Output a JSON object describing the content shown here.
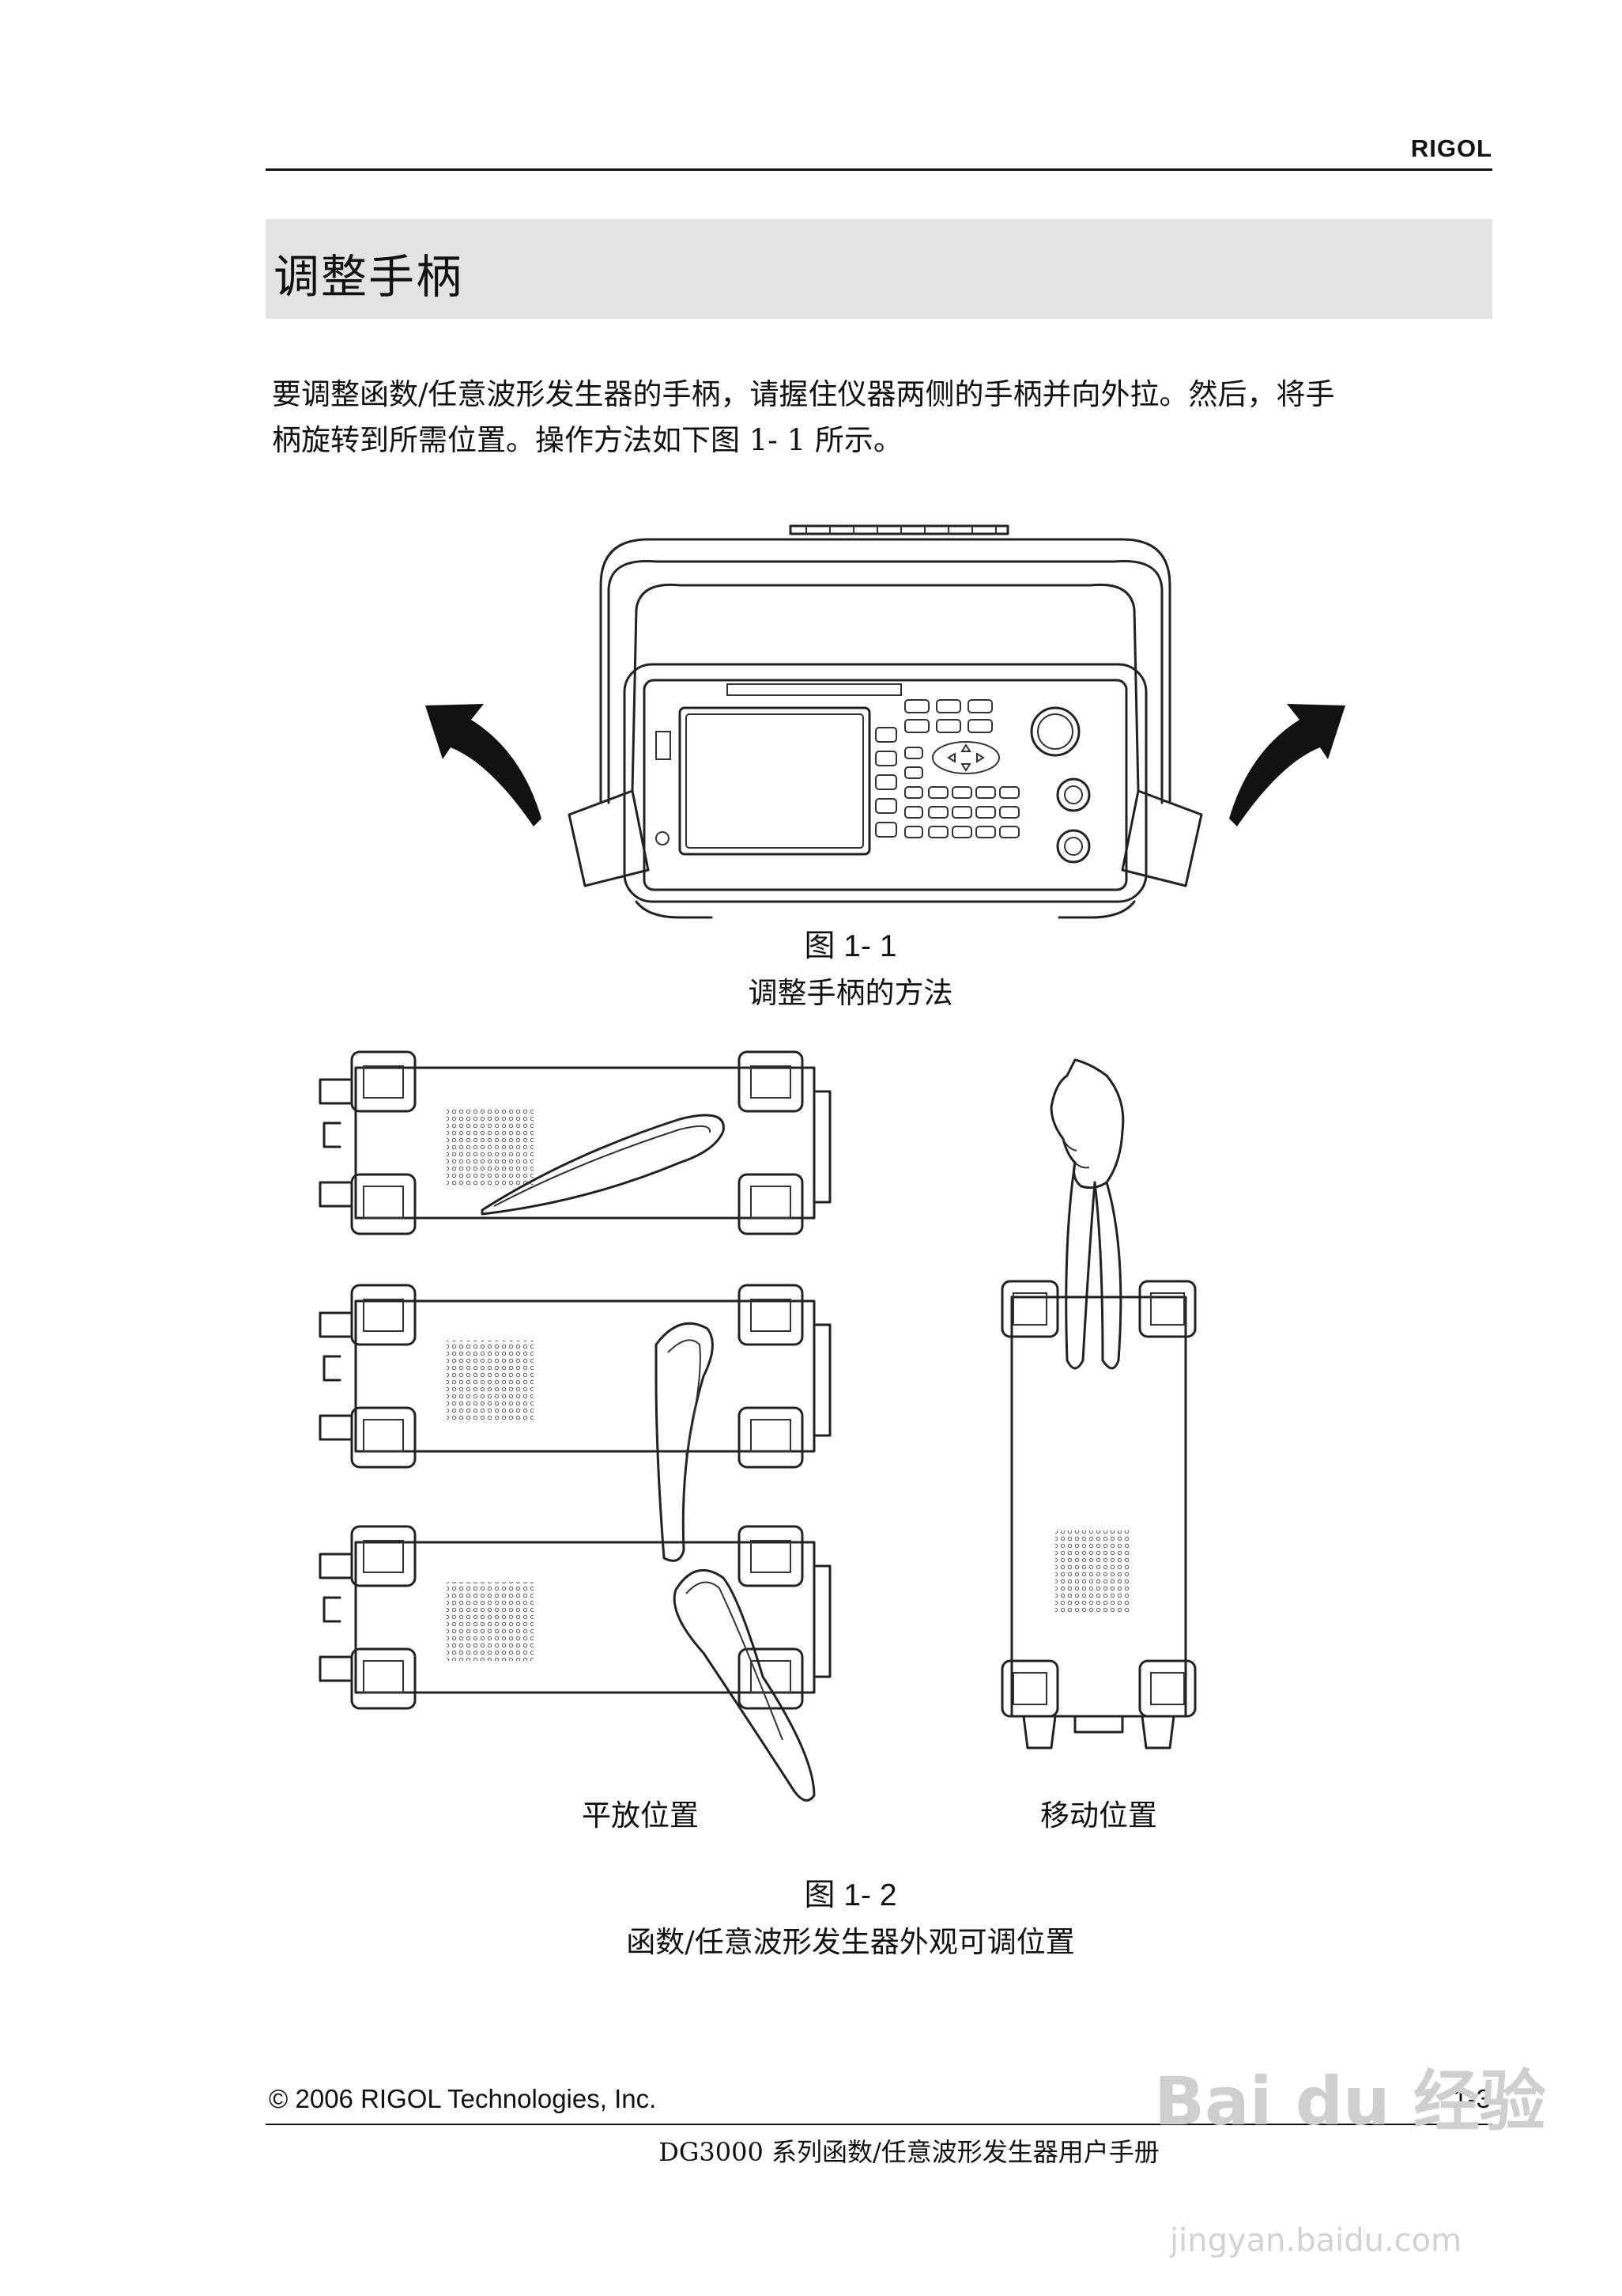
{
  "header": {
    "brand": "RIGOL"
  },
  "section": {
    "title": "调整手柄"
  },
  "body": {
    "line1": "要调整函数/任意波形发生器的手柄，请握住仪器两侧的手柄并向外拉。然后，将手",
    "line2": "柄旋转到所需位置。操作方法如下图 1- 1 所示。"
  },
  "figure1": {
    "label": "图 1- 1",
    "caption": "调整手柄的方法"
  },
  "figure2": {
    "label": "图 1- 2",
    "caption": "函数/任意波形发生器外观可调位置",
    "left_label": "平放位置",
    "right_label": "移动位置"
  },
  "footer": {
    "copyright": "© 2006 RIGOL Technologies, Inc.",
    "page": "1-3",
    "manual": "DG3000 系列函数/任意波形发生器用户手册"
  },
  "watermark": {
    "logo": "Bai du 经验",
    "url": "jingyan.baidu.com"
  }
}
